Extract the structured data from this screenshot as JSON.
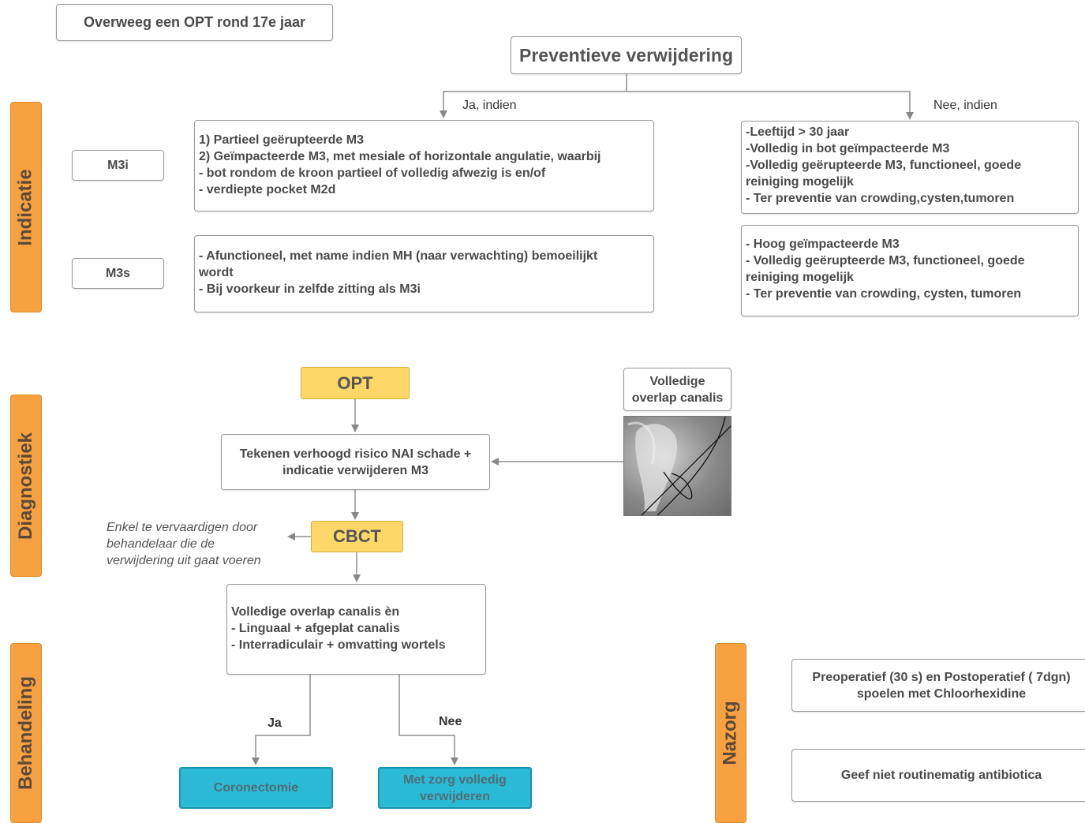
{
  "top_note": "Overweeg een OPT rond 17e jaar",
  "root": "Preventieve verwijdering",
  "branch_yes": "Ja, indien",
  "branch_no": "Nee, indien",
  "sections": {
    "indicatie": "Indicatie",
    "diagnostiek": "Diagnostiek",
    "behandeling": "Behandeling",
    "nazorg": "Nazorg"
  },
  "m3i": {
    "label": "M3i",
    "yes_lines": [
      "1) Partieel geërupteerde M3",
      "2) Geïmpacteerde M3, met mesiale of horizontale angulatie, waarbij",
      "- bot rondom de kroon partieel of volledig afwezig is en/of",
      "- verdiepte pocket M2d"
    ],
    "no_lines": [
      "-Leeftijd > 30 jaar",
      "-Volledig in bot geïmpacteerde M3",
      "-Volledig geërupteerde M3, functioneel, goede",
      "reiniging mogelijk",
      "- Ter preventie van crowding,cysten,tumoren"
    ]
  },
  "m3s": {
    "label": "M3s",
    "yes_lines": [
      "- Afunctioneel, met name indien MH (naar verwachting) bemoeilijkt",
      "wordt",
      "- Bij voorkeur in zelfde zitting als M3i"
    ],
    "no_lines": [
      "- Hoog geïmpacteerde M3",
      "- Volledig geërupteerde M3, functioneel, goede",
      "reiniging mogelijk",
      "- Ter preventie van crowding, cysten, tumoren"
    ]
  },
  "diagnostiek": {
    "opt": "OPT",
    "risk_lines": [
      "Tekenen verhoogd risico NAI schade +",
      "indicatie verwijderen M3"
    ],
    "image_caption_lines": [
      "Volledige",
      "overlap canalis"
    ],
    "cbct": "CBCT",
    "cbct_note_lines": [
      "Enkel te vervaardigen door",
      "behandelaar die de",
      "verwijdering uit gaat voeren"
    ]
  },
  "behandeling": {
    "criteria_lines": [
      "Volledige overlap canalis èn",
      "- Linguaal + afgeplat canalis",
      "- Interradiculair + omvatting wortels"
    ],
    "yes": "Ja",
    "no": "Nee",
    "coronectomy": "Coronectomie",
    "full_removal_lines": [
      "Met zorg volledig",
      "verwijderen"
    ]
  },
  "nazorg": {
    "rinse_lines": [
      "Preoperatief (30 s) en Postoperatief ( 7dgn)",
      "spoelen met Chloorhexidine"
    ],
    "antibiotics": "Geef niet routinematig antibiotica"
  },
  "colors": {
    "orange": "#f8a141",
    "yellow": "#fdd868",
    "teal": "#2bbad6",
    "border": "#9a9a9a"
  }
}
